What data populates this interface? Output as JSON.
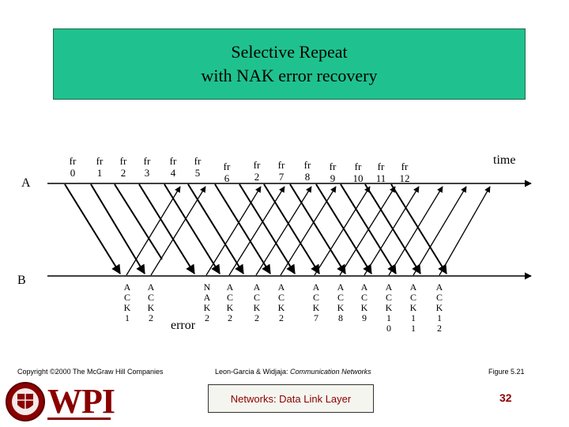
{
  "title": {
    "line1": "Selective Repeat",
    "line2": "with NAK error recovery"
  },
  "stations": {
    "a": "A",
    "b": "B"
  },
  "time_label": "time",
  "frames": [
    {
      "fr": "fr",
      "num": "0"
    },
    {
      "fr": "fr",
      "num": "1"
    },
    {
      "fr": "fr",
      "num": "2"
    },
    {
      "fr": "fr",
      "num": "3"
    },
    {
      "fr": "fr",
      "num": "4"
    },
    {
      "fr": "fr",
      "num": "5"
    },
    {
      "fr": "fr",
      "num": "6"
    },
    {
      "fr": "fr",
      "num": "2"
    },
    {
      "fr": "fr",
      "num": "7"
    },
    {
      "fr": "fr",
      "num": "8"
    },
    {
      "fr": "fr",
      "num": "9"
    },
    {
      "fr": "fr",
      "num": "10"
    },
    {
      "fr": "fr",
      "num": "11"
    },
    {
      "fr": "fr",
      "num": "12"
    }
  ],
  "acks": [
    [
      "A",
      "C",
      "K",
      "1"
    ],
    [
      "A",
      "C",
      "K",
      "2"
    ],
    [
      "N",
      "A",
      "K",
      "2"
    ],
    [
      "A",
      "C",
      "K",
      "2"
    ],
    [
      "A",
      "C",
      "K",
      "2"
    ],
    [
      "A",
      "C",
      "K",
      "2"
    ],
    [
      "A",
      "C",
      "K",
      "7"
    ],
    [
      "A",
      "C",
      "K",
      "8"
    ],
    [
      "A",
      "C",
      "K",
      "9"
    ],
    [
      "A",
      "C",
      "K",
      "1",
      "0"
    ],
    [
      "A",
      "C",
      "K",
      "1",
      "1"
    ],
    [
      "A",
      "C",
      "K",
      "1",
      "2"
    ]
  ],
  "error_label": "error",
  "copyright": "Copyright ©2000 The McGraw Hill Companies",
  "citation_authors": "Leon-Garcia & Widjaja: ",
  "citation_book": "Communication Networks",
  "figure_label": "Figure 5.21",
  "footer_title": "Networks: Data Link Layer",
  "page_number": "32",
  "logo_text": "WPI",
  "colors": {
    "title_bg": "#1fc28e",
    "brand": "#8a0000"
  }
}
